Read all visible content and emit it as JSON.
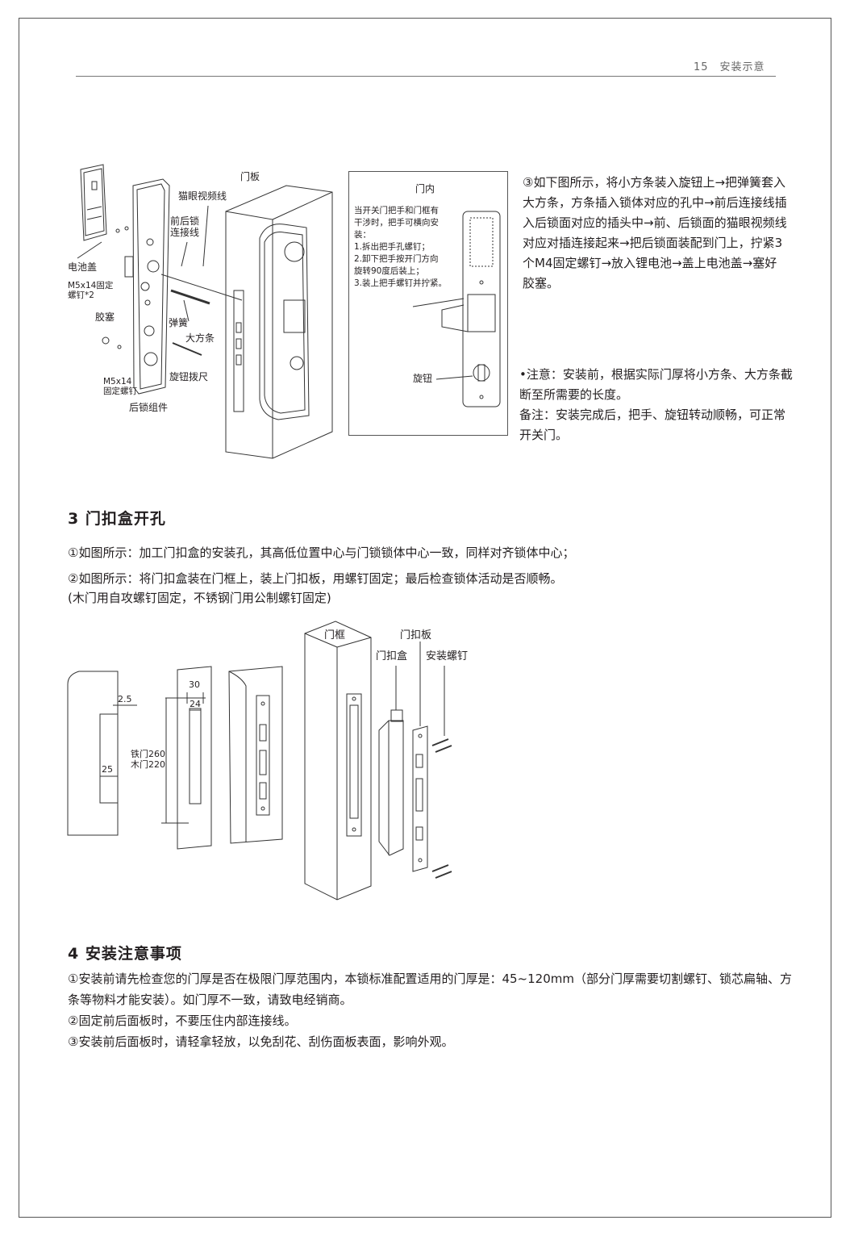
{
  "header": {
    "page_number": "15",
    "section": "安装示意"
  },
  "figure1": {
    "labels": {
      "door_panel": "门板",
      "cat_eye_cable": "猫眼视频线",
      "front_rear_cable": "前后锁\n连接线",
      "battery_cover": "电池盖",
      "screw_m5x14_2": "M5x14固定\n螺钉*2",
      "rubber_plug": "胶塞",
      "spring": "弹簧",
      "big_square_bar": "大方条",
      "knob_pull_ruler": "旋钮拨尺",
      "screw_m5x14": "M5x14\n固定螺钉",
      "rear_lock_assembly": "后锁组件"
    },
    "inner_box": {
      "title": "门内",
      "note": [
        "当开关门把手和门框有",
        "干涉时，把手可横向安",
        "装：",
        "1.拆出把手孔螺钉；",
        "2.卸下把手按开门方向",
        "旋转90度后装上；",
        "3.装上把手螺钉并拧紧。"
      ],
      "knob_label": "旋钮"
    }
  },
  "step3_text": "③如下图所示，将小方条装入旋钮上→把弹簧套入大方条，方条插入锁体对应的孔中→前后连接线插入后锁面对应的插头中→前、后锁面的猫眼视频线对应对插连接起来→把后锁面装配到门上，拧紧3个M4固定螺钉→放入锂电池→盖上电池盖→塞好胶塞。",
  "note_text": "•注意：安装前，根据实际门厚将小方条、大方条截断至所需要的长度。",
  "remark_text": "备注：安装完成后，把手、旋钮转动顺畅，可正常开关门。",
  "section3": {
    "title": "3 门扣盒开孔",
    "p1": "①如图所示：加工门扣盒的安装孔，其高低位置中心与门锁锁体中心一致，同样对齐锁体中心；",
    "p2": "②如图所示：将门扣盒装在门框上，装上门扣板，用螺钉固定；最后检查锁体活动是否顺畅。",
    "p3": "(木门用自攻螺钉固定，不锈钢门用公制螺钉固定)"
  },
  "figure2": {
    "dim_2_5": "2.5",
    "dim_25": "25",
    "dim_30": "30",
    "dim_24": "24",
    "dim_height": "铁门260\n木门220",
    "door_frame": "门框",
    "strike_plate": "门扣板",
    "strike_box": "门扣盒",
    "install_screw": "安装螺钉"
  },
  "section4": {
    "title": "4 安装注意事项",
    "p1": "①安装前请先检查您的门厚是否在极限门厚范围内，本锁标准配置适用的门厚是：45~120mm（部分门厚需要切割螺钉、锁芯扁轴、方条等物料才能安装）。如门厚不一致，请致电经销商。",
    "p2": "②固定前后面板时，不要压住内部连接线。",
    "p3": "③安装前后面板时，请轻拿轻放，以免刮花、刮伤面板表面，影响外观。"
  }
}
